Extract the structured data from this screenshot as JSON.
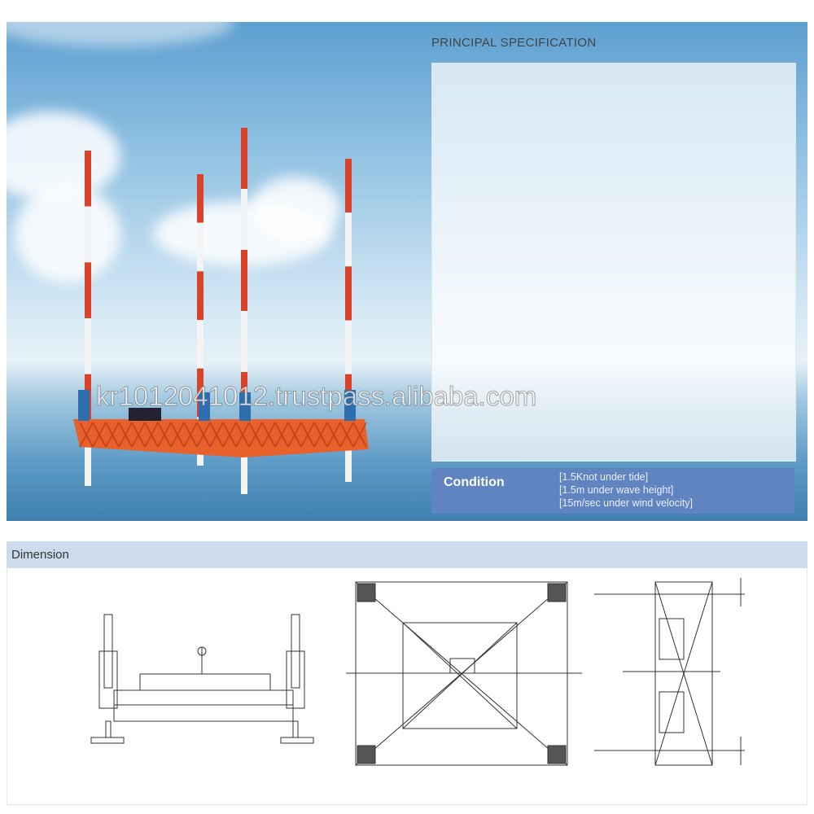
{
  "spec": {
    "title": "PRINCIPAL SPECIFICATION"
  },
  "condition": {
    "label": "Condition",
    "lines": [
      "[1.5Knot under tide]",
      "[1.5m under wave height]",
      "[15m/sec under wind velocity]"
    ]
  },
  "watermark": "kr1012041012.trustpass.alibaba.com",
  "dimension": {
    "title": "Dimension"
  },
  "colors": {
    "condition_bar": "#5f84c0",
    "dimension_header": "#cddcec",
    "leg_red": "#d8432a",
    "platform_orange": "#e8602a"
  }
}
